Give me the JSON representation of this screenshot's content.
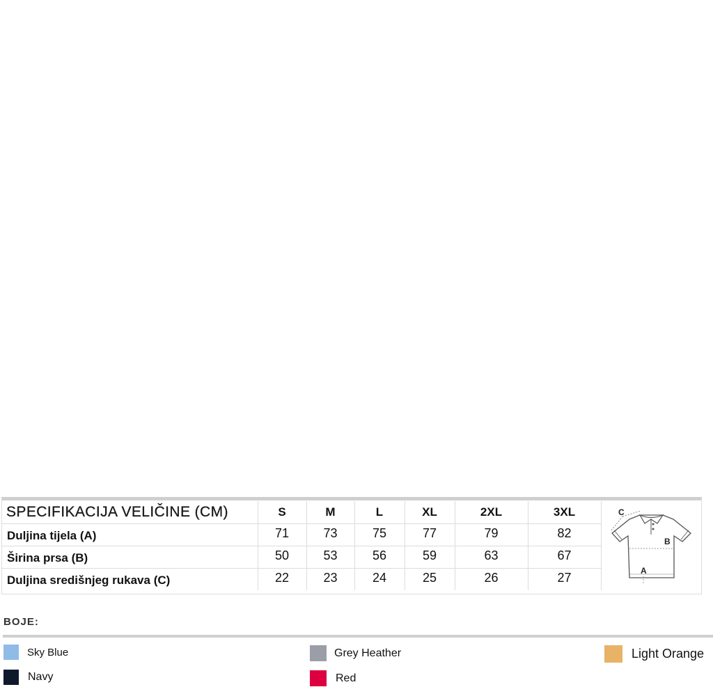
{
  "size_spec": {
    "title": "SPECIFIKACIJA VELIČINE (CM)",
    "sizes": [
      "S",
      "M",
      "L",
      "XL",
      "2XL",
      "3XL"
    ],
    "rows": [
      {
        "label": "Duljina tijela (A)",
        "values": [
          "71",
          "73",
          "75",
          "77",
          "79",
          "82"
        ]
      },
      {
        "label": "Širina prsa (B)",
        "values": [
          "50",
          "53",
          "56",
          "59",
          "63",
          "67"
        ]
      },
      {
        "label": "Duljina središnjeg rukava (C)",
        "values": [
          "22",
          "23",
          "24",
          "25",
          "26",
          "27"
        ]
      }
    ],
    "diagram": {
      "icon": "polo-shirt-measurement-icon",
      "labels": {
        "a": "A",
        "b": "B",
        "c": "C"
      }
    }
  },
  "colors": {
    "title": "BOJE:",
    "items": [
      {
        "name": "Sky Blue",
        "hex": "#8fbbe6"
      },
      {
        "name": "Navy",
        "hex": "#0e1a2b"
      },
      {
        "name": "Grey Heather",
        "hex": "#9b9ea6"
      },
      {
        "name": "Red",
        "hex": "#dd0040"
      },
      {
        "name": "Light Orange",
        "hex": "#e8b267"
      }
    ]
  }
}
